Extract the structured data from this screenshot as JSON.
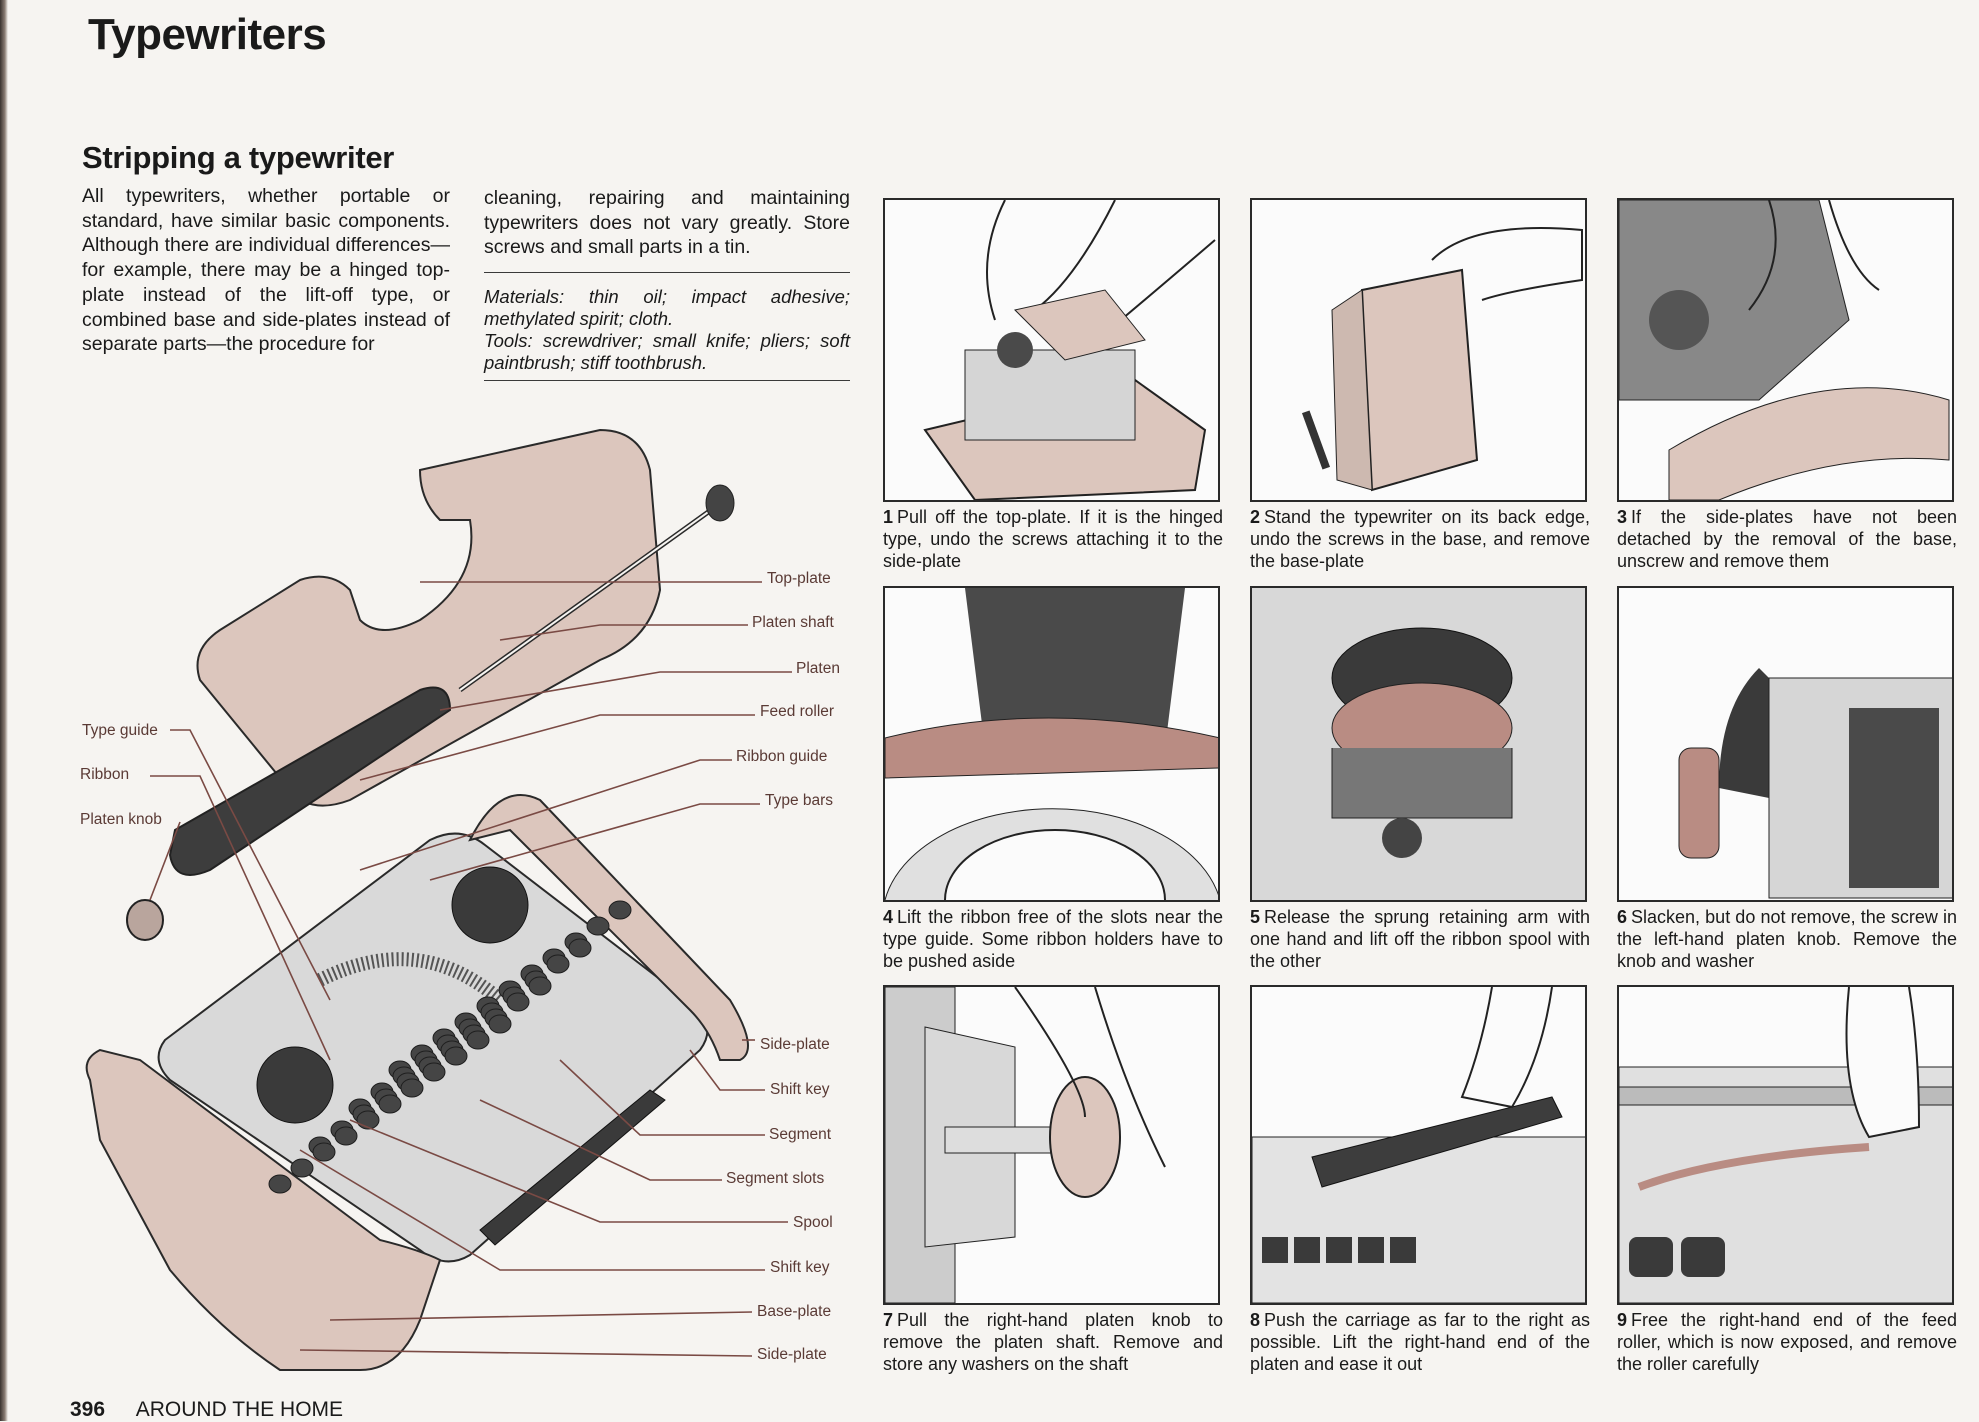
{
  "page": {
    "title": "Typewriters",
    "section_title": "Stripping a typewriter",
    "body": {
      "column1": "All typewriters, whether portable or standard, have similar basic components. Although there are individual differences—for example, there may be a hinged top-plate instead of the lift-off type, or combined base and side-plates instead of separate parts—the procedure for",
      "column2": "cleaning, repairing and maintaining typewriters does not vary greatly. Store screws and small parts in a tin."
    },
    "materials": "Materials: thin oil; impact adhesive; methylated spirit; cloth.",
    "tools": "Tools: screwdriver; small knife; pliers; soft paintbrush; stiff toothbrush.",
    "footer": {
      "page_number": "396",
      "section": "AROUND THE HOME"
    }
  },
  "diagram": {
    "labels_left": [
      "Type guide",
      "Ribbon",
      "Platen knob"
    ],
    "labels_right": [
      "Top-plate",
      "Platen shaft",
      "Platen",
      "Feed roller",
      "Ribbon guide",
      "Type bars",
      "Side-plate",
      "Shift key",
      "Segment",
      "Segment slots",
      "Spool",
      "Shift key",
      "Base-plate",
      "Side-plate"
    ],
    "colors": {
      "plate": "#dcc6bd",
      "outline": "#2a2a2a",
      "leader": "#7a4a44",
      "keys": "#4a4a4a"
    }
  },
  "steps": [
    {
      "number": "1",
      "text": "Pull off the top-plate. If it is the hinged type, undo the screws attaching it to the side-plate"
    },
    {
      "number": "2",
      "text": "Stand the typewriter on its back edge, undo the screws in the base, and remove the base-plate"
    },
    {
      "number": "3",
      "text": "If the side-plates have not been detached by the removal of the base, unscrew and remove them"
    },
    {
      "number": "4",
      "text": "Lift the ribbon free of the slots near the type guide. Some ribbon holders have to be pushed aside"
    },
    {
      "number": "5",
      "text": "Release the sprung retaining arm with one hand and lift off the ribbon spool with the other"
    },
    {
      "number": "6",
      "text": "Slacken, but do not remove, the screw in the left-hand platen knob. Remove the knob and washer"
    },
    {
      "number": "7",
      "text": "Pull the right-hand platen knob to remove the platen shaft. Remove and store any washers on the shaft"
    },
    {
      "number": "8",
      "text": "Push the carriage as far to the right as possible. Lift the right-hand end of the platen and ease it out"
    },
    {
      "number": "9",
      "text": "Free the right-hand end of the feed roller, which is now exposed, and remove the roller carefully"
    }
  ]
}
